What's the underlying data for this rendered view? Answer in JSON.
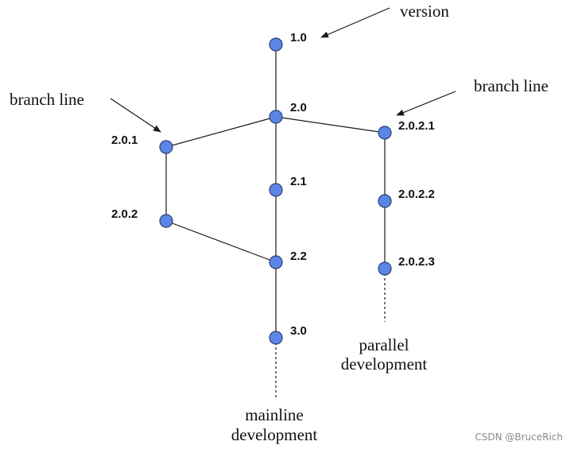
{
  "colors": {
    "node_fill": "#5b86e5",
    "line": "#1a1a1a"
  },
  "versions": {
    "v1_0": "1.0",
    "v2_0": "2.0",
    "v2_1": "2.1",
    "v2_2": "2.2",
    "v3_0": "3.0",
    "v2_0_1": "2.0.1",
    "v2_0_2": "2.0.2",
    "v2_0_2_1": "2.0.2.1",
    "v2_0_2_2": "2.0.2.2",
    "v2_0_2_3": "2.0.2.3"
  },
  "annotations": {
    "version": "version",
    "branch_line_left": "branch line",
    "branch_line_right": "branch line",
    "parallel_line1": "parallel",
    "parallel_line2": "development",
    "mainline_line1": "mainline",
    "mainline_line2": "development"
  },
  "watermark": "CSDN @BruceRich"
}
